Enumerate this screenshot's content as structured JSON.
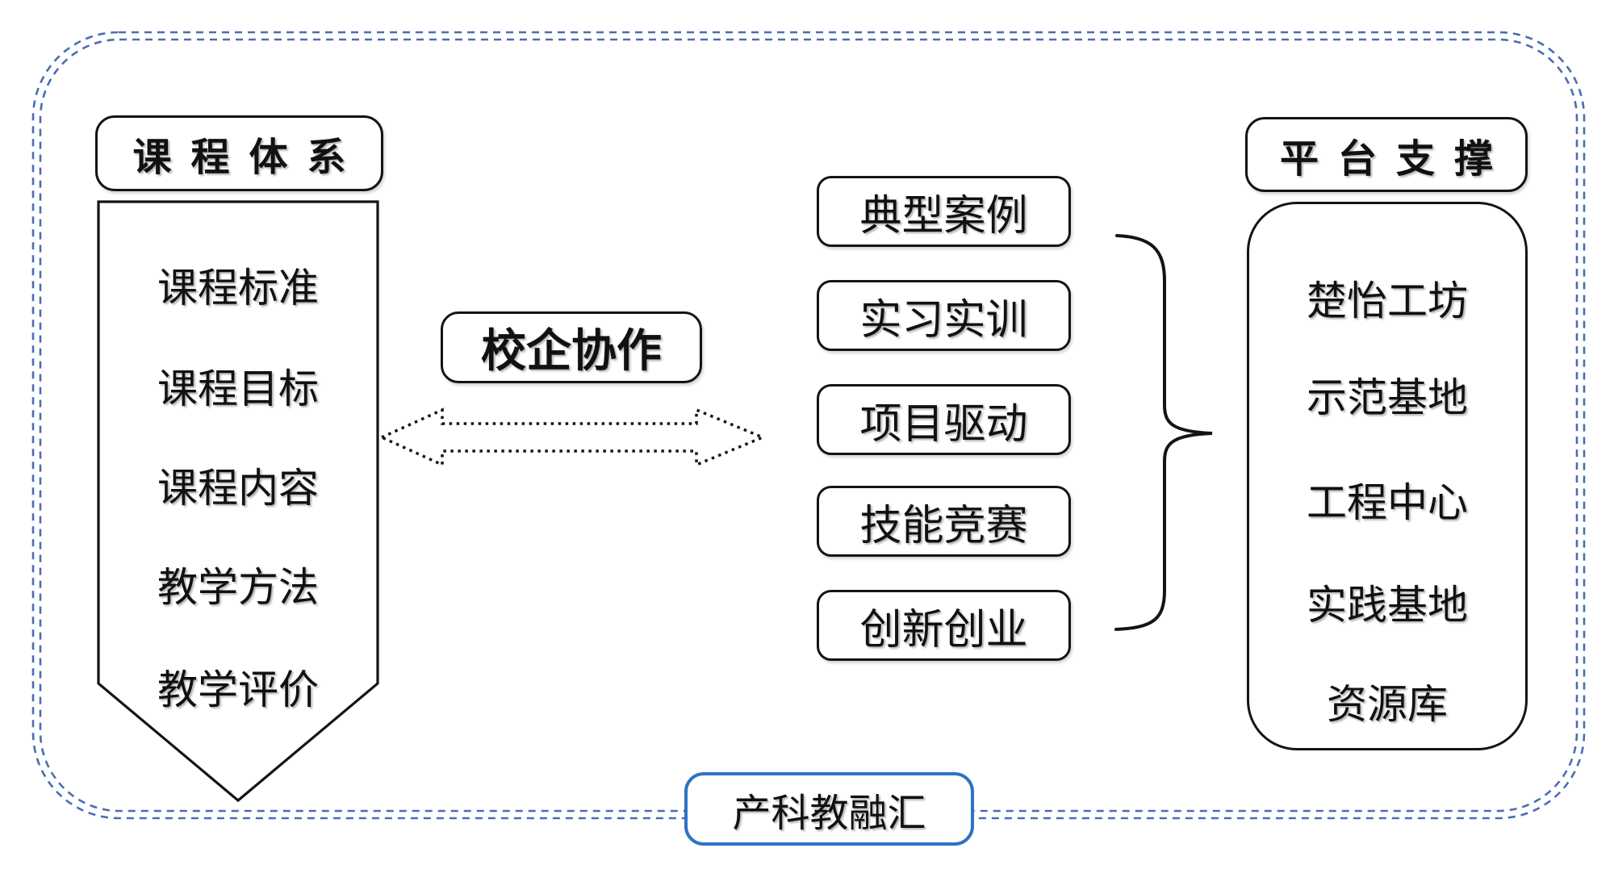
{
  "left_panel": {
    "header": "课程体系",
    "items": [
      "课程标准",
      "课程目标",
      "课程内容",
      "教学方法",
      "教学评价"
    ]
  },
  "collaboration": {
    "label": "校企协作"
  },
  "activities": {
    "items": [
      "典型案例",
      "实习实训",
      "项目驱动",
      "技能竞赛",
      "创新创业"
    ]
  },
  "right_panel": {
    "header": "平台支撑",
    "items": [
      "楚怡工坊",
      "示范基地",
      "工程中心",
      "实践基地",
      "资源库"
    ]
  },
  "bottom": {
    "label": "产科教融汇"
  },
  "colors": {
    "outer_border": "#4a6db3",
    "shape_stroke": "#141414",
    "bottom_box_border": "#2f72c4"
  }
}
